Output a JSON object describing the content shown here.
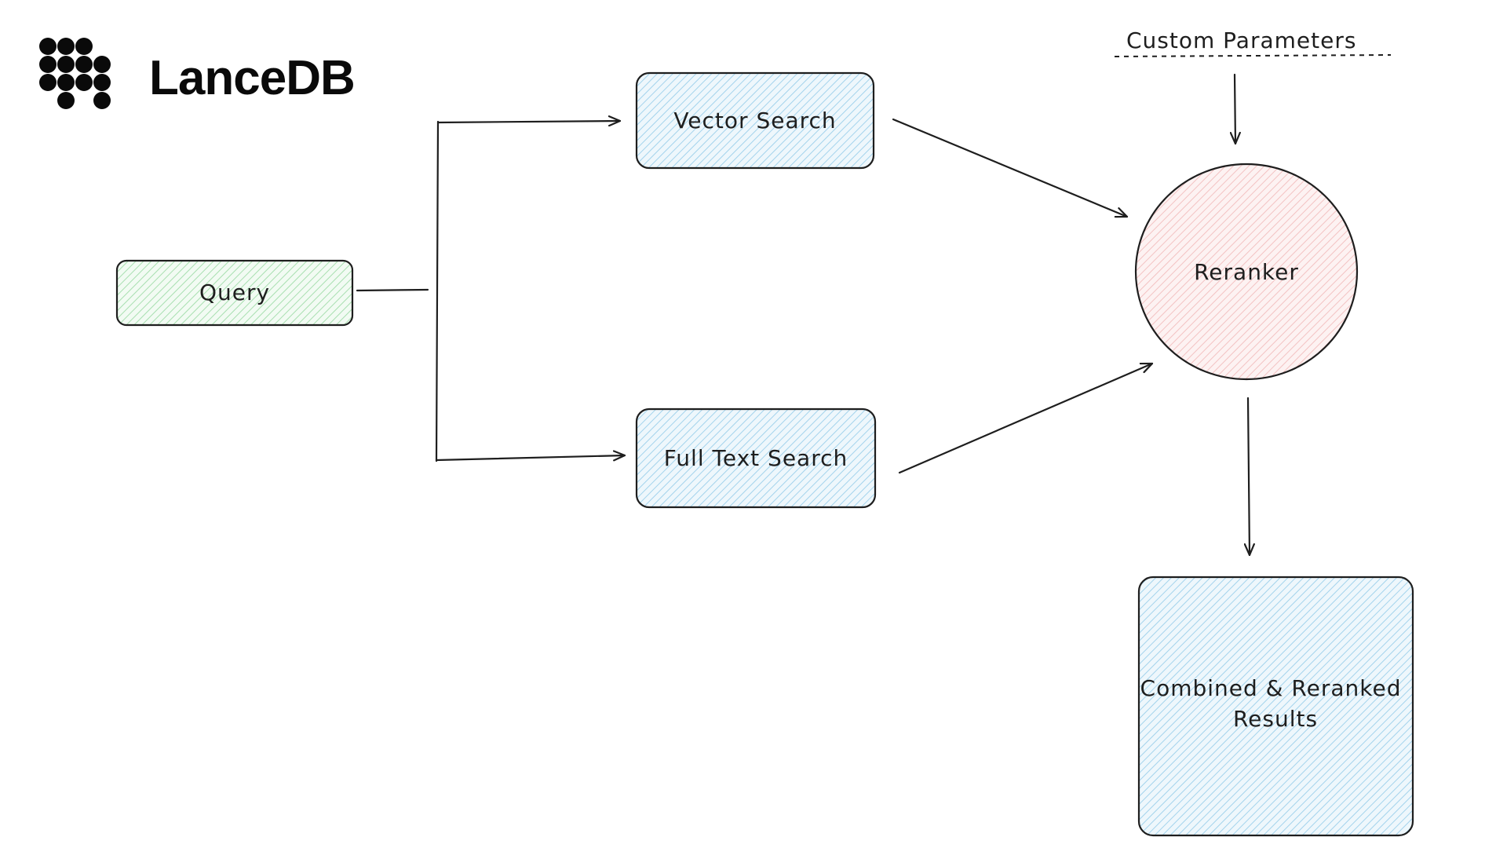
{
  "brand": {
    "name": "LanceDB",
    "logo_icon": "dot-grid-logo-icon"
  },
  "nodes": {
    "query": "Query",
    "vector_search": "Vector Search",
    "full_text_search": "Full Text Search",
    "reranker": "Reranker",
    "results_line1": "Combined & Reranked",
    "results_line2": "Results"
  },
  "annotation": {
    "custom_parameters": "Custom Parameters"
  },
  "colors": {
    "query_fill": "#c9efcf",
    "search_fill": "#bfe3f5",
    "reranker_fill": "#f9d4d4",
    "results_fill": "#bfe3f5",
    "stroke": "#1e1e1e"
  }
}
